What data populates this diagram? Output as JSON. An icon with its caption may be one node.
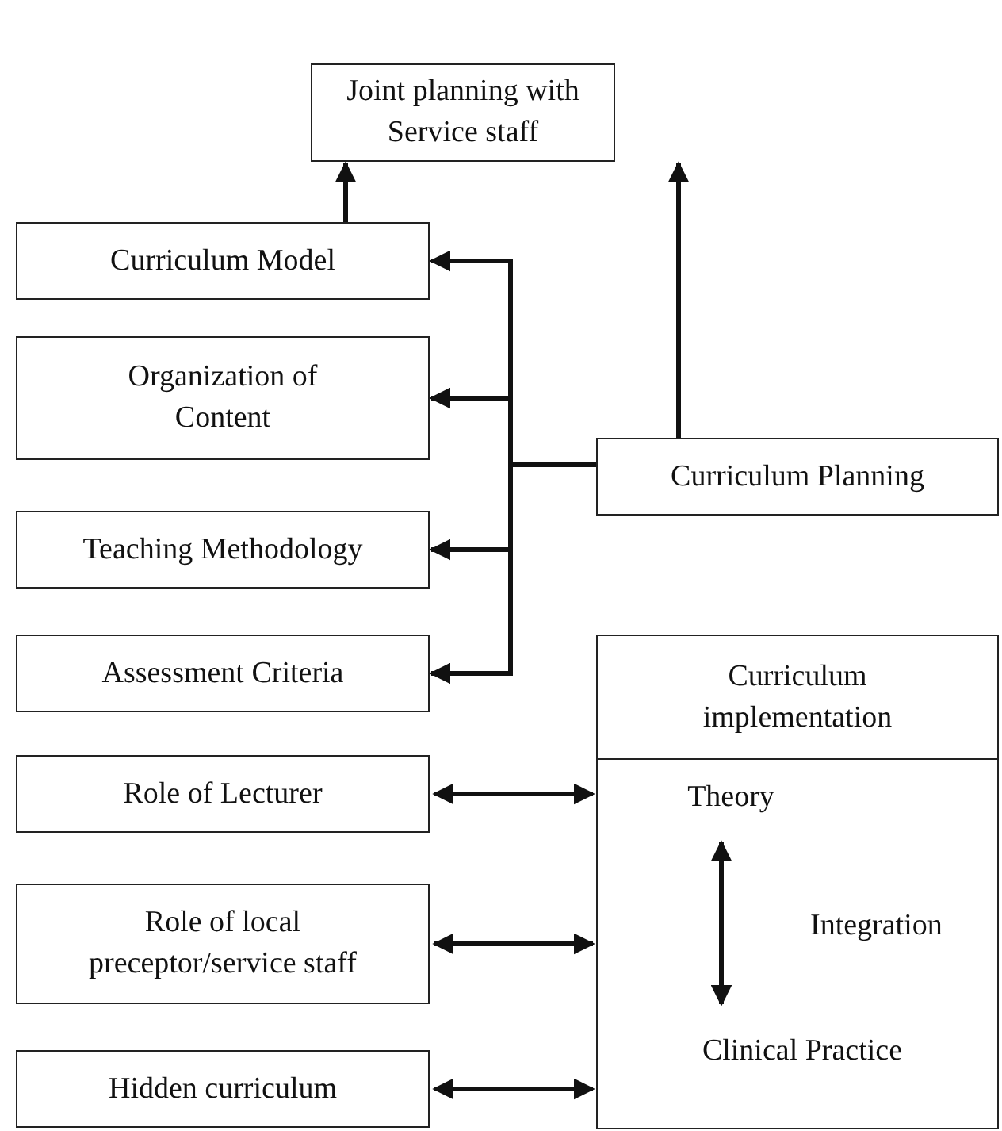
{
  "diagram": {
    "nodes": [
      {
        "text": [
          "Joint planning with Service staff"
        ]
      },
      {
        "text": [
          "Curriculum Model"
        ]
      },
      {
        "text": [
          "Organization of Content"
        ]
      },
      {
        "text": [
          "Teaching Methodology"
        ]
      },
      {
        "text": [
          "Assessment Criteria"
        ]
      },
      {
        "text": [
          "Curriculum Planning"
        ]
      },
      {
        "text": [
          "Curriculum implementation",
          "Integration"
        ]
      },
      {
        "text": [
          "Theory"
        ],
        "in": 6
      },
      {
        "text": [
          "Clinical Practice"
        ],
        "in": 6
      },
      {
        "text": [
          "Role of Lecturer"
        ]
      },
      {
        "text": [
          "Role of local preceptor/service staff"
        ]
      },
      {
        "text": [
          "Hidden curriculum"
        ]
      }
    ],
    "edges": [
      {
        "from": 1,
        "to": 0,
        "arrow": "to"
      },
      {
        "from": 5,
        "to": 0,
        "arrow": "to"
      },
      {
        "from": 5,
        "to": 1,
        "arrow": "to"
      },
      {
        "from": 5,
        "to": 2,
        "arrow": "to"
      },
      {
        "from": 5,
        "to": 3,
        "arrow": "to"
      },
      {
        "from": 5,
        "to": 4,
        "arrow": "to"
      },
      {
        "from": 9,
        "to": 6,
        "arrow": "both"
      },
      {
        "from": 10,
        "to": 6,
        "arrow": "both"
      },
      {
        "from": 11,
        "to": 6,
        "arrow": "both"
      },
      {
        "from": 7,
        "to": 8,
        "arrow": "both"
      }
    ]
  }
}
